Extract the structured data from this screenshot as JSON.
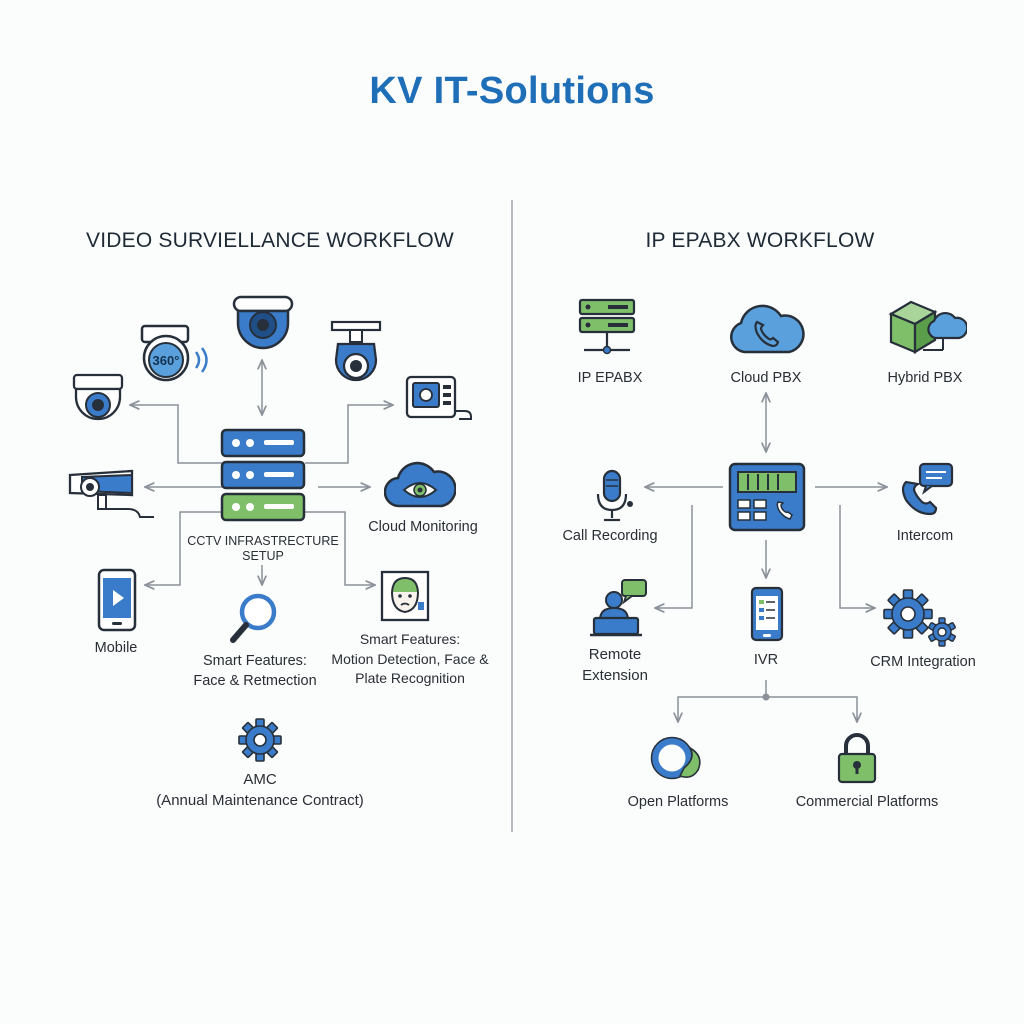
{
  "title": "KV IT-Solutions",
  "colors": {
    "blue": "#3a7cc9",
    "green": "#7fbf6a",
    "dark": "#27303a",
    "title": "#1f6fb8"
  },
  "left": {
    "heading": "VIDEO SURVIELLANCE WORKFLOW",
    "hub_label": {
      "line1": "CCTV INFRASTRECTURE",
      "line2": "SETUP"
    },
    "camera_360_text": "360°",
    "cloud_monitoring": "Cloud Monitoring",
    "mobile": "Mobile",
    "smart_left": {
      "line1": "Smart Features:",
      "line2": "Face & Retmection"
    },
    "smart_right": {
      "line1": "Smart Features:",
      "line2": "Motion Detection, Face &",
      "line3": "Plate Recognition"
    },
    "amc": {
      "line1": "AMC",
      "line2": "(Annual Maintenance Contract)"
    }
  },
  "right": {
    "heading": "IP EPABX WORKFLOW",
    "ip_epabx": "IP EPABX",
    "cloud_pbx": "Cloud PBX",
    "hybrid_pbx": "Hybrid PBX",
    "call_recording": "Call Recording",
    "intercom": "Intercom",
    "remote_extension": {
      "line1": "Remote",
      "line2": "Extension"
    },
    "ivr": "IVR",
    "crm": "CRM Integration",
    "open_platforms": "Open Platforms",
    "commercial_platforms": "Commercial Platforms"
  }
}
